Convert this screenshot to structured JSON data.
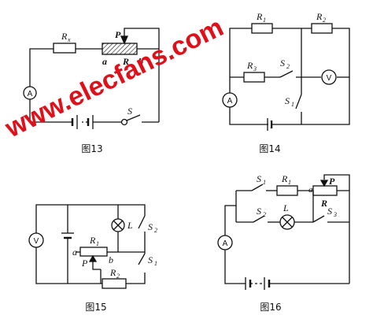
{
  "watermark": "www.elecfans.com",
  "figures": [
    {
      "caption": "图13",
      "labels": {
        "rx": "R",
        "rx_sub": "x",
        "p": "P",
        "a": "a",
        "r": "R",
        "b": "b",
        "s": "S"
      },
      "meter": "A"
    },
    {
      "caption": "图14",
      "labels": {
        "r1": "R",
        "r1_sub": "1",
        "r2": "R",
        "r2_sub": "2",
        "r3": "R",
        "r3_sub": "3",
        "s2": "S",
        "s2_sub": "2",
        "s1": "S",
        "s1_sub": "1"
      },
      "meters": {
        "a": "A",
        "v": "V"
      }
    },
    {
      "caption": "图15",
      "labels": {
        "l": "L",
        "s2": "S",
        "s2_sub": "2",
        "r1": "R",
        "r1_sub": "1",
        "a": "a",
        "b": "b",
        "p": "P",
        "s1": "S",
        "s1_sub": "1",
        "r2": "R",
        "r2_sub": "2"
      },
      "meter": "V"
    },
    {
      "caption": "图16",
      "labels": {
        "s1": "S",
        "s1_sub": "1",
        "r1": "R",
        "r1_sub": "1",
        "a": "a",
        "p": "P",
        "r": "R",
        "s2": "S",
        "s2_sub": "2",
        "l": "L",
        "s3": "S",
        "s3_sub": "3"
      },
      "meter": "A"
    }
  ],
  "colors": {
    "wire": "#111111",
    "watermark": "#e0101a"
  }
}
